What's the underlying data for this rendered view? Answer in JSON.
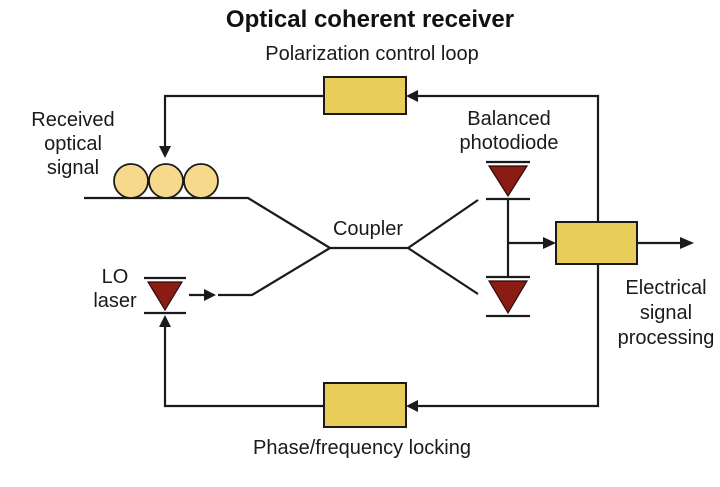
{
  "diagram": {
    "title": "Optical coherent receiver",
    "labels": {
      "polarization_control": "Polarization control loop",
      "received_line1": "Received",
      "received_line2": "optical",
      "received_line3": "signal",
      "balanced_line1": "Balanced",
      "balanced_line2": "photodiode",
      "coupler": "Coupler",
      "lo_line1": "LO",
      "lo_line2": "laser",
      "electrical_line1": "Electrical",
      "electrical_line2": "signal",
      "electrical_line3": "processing",
      "phase_locking": "Phase/frequency locking"
    },
    "colors": {
      "box_fill": "#e9cd5a",
      "polarization_controller_fill": "#f6d98c",
      "diode_fill": "#8a1c14",
      "line": "#1a1a1a"
    }
  }
}
